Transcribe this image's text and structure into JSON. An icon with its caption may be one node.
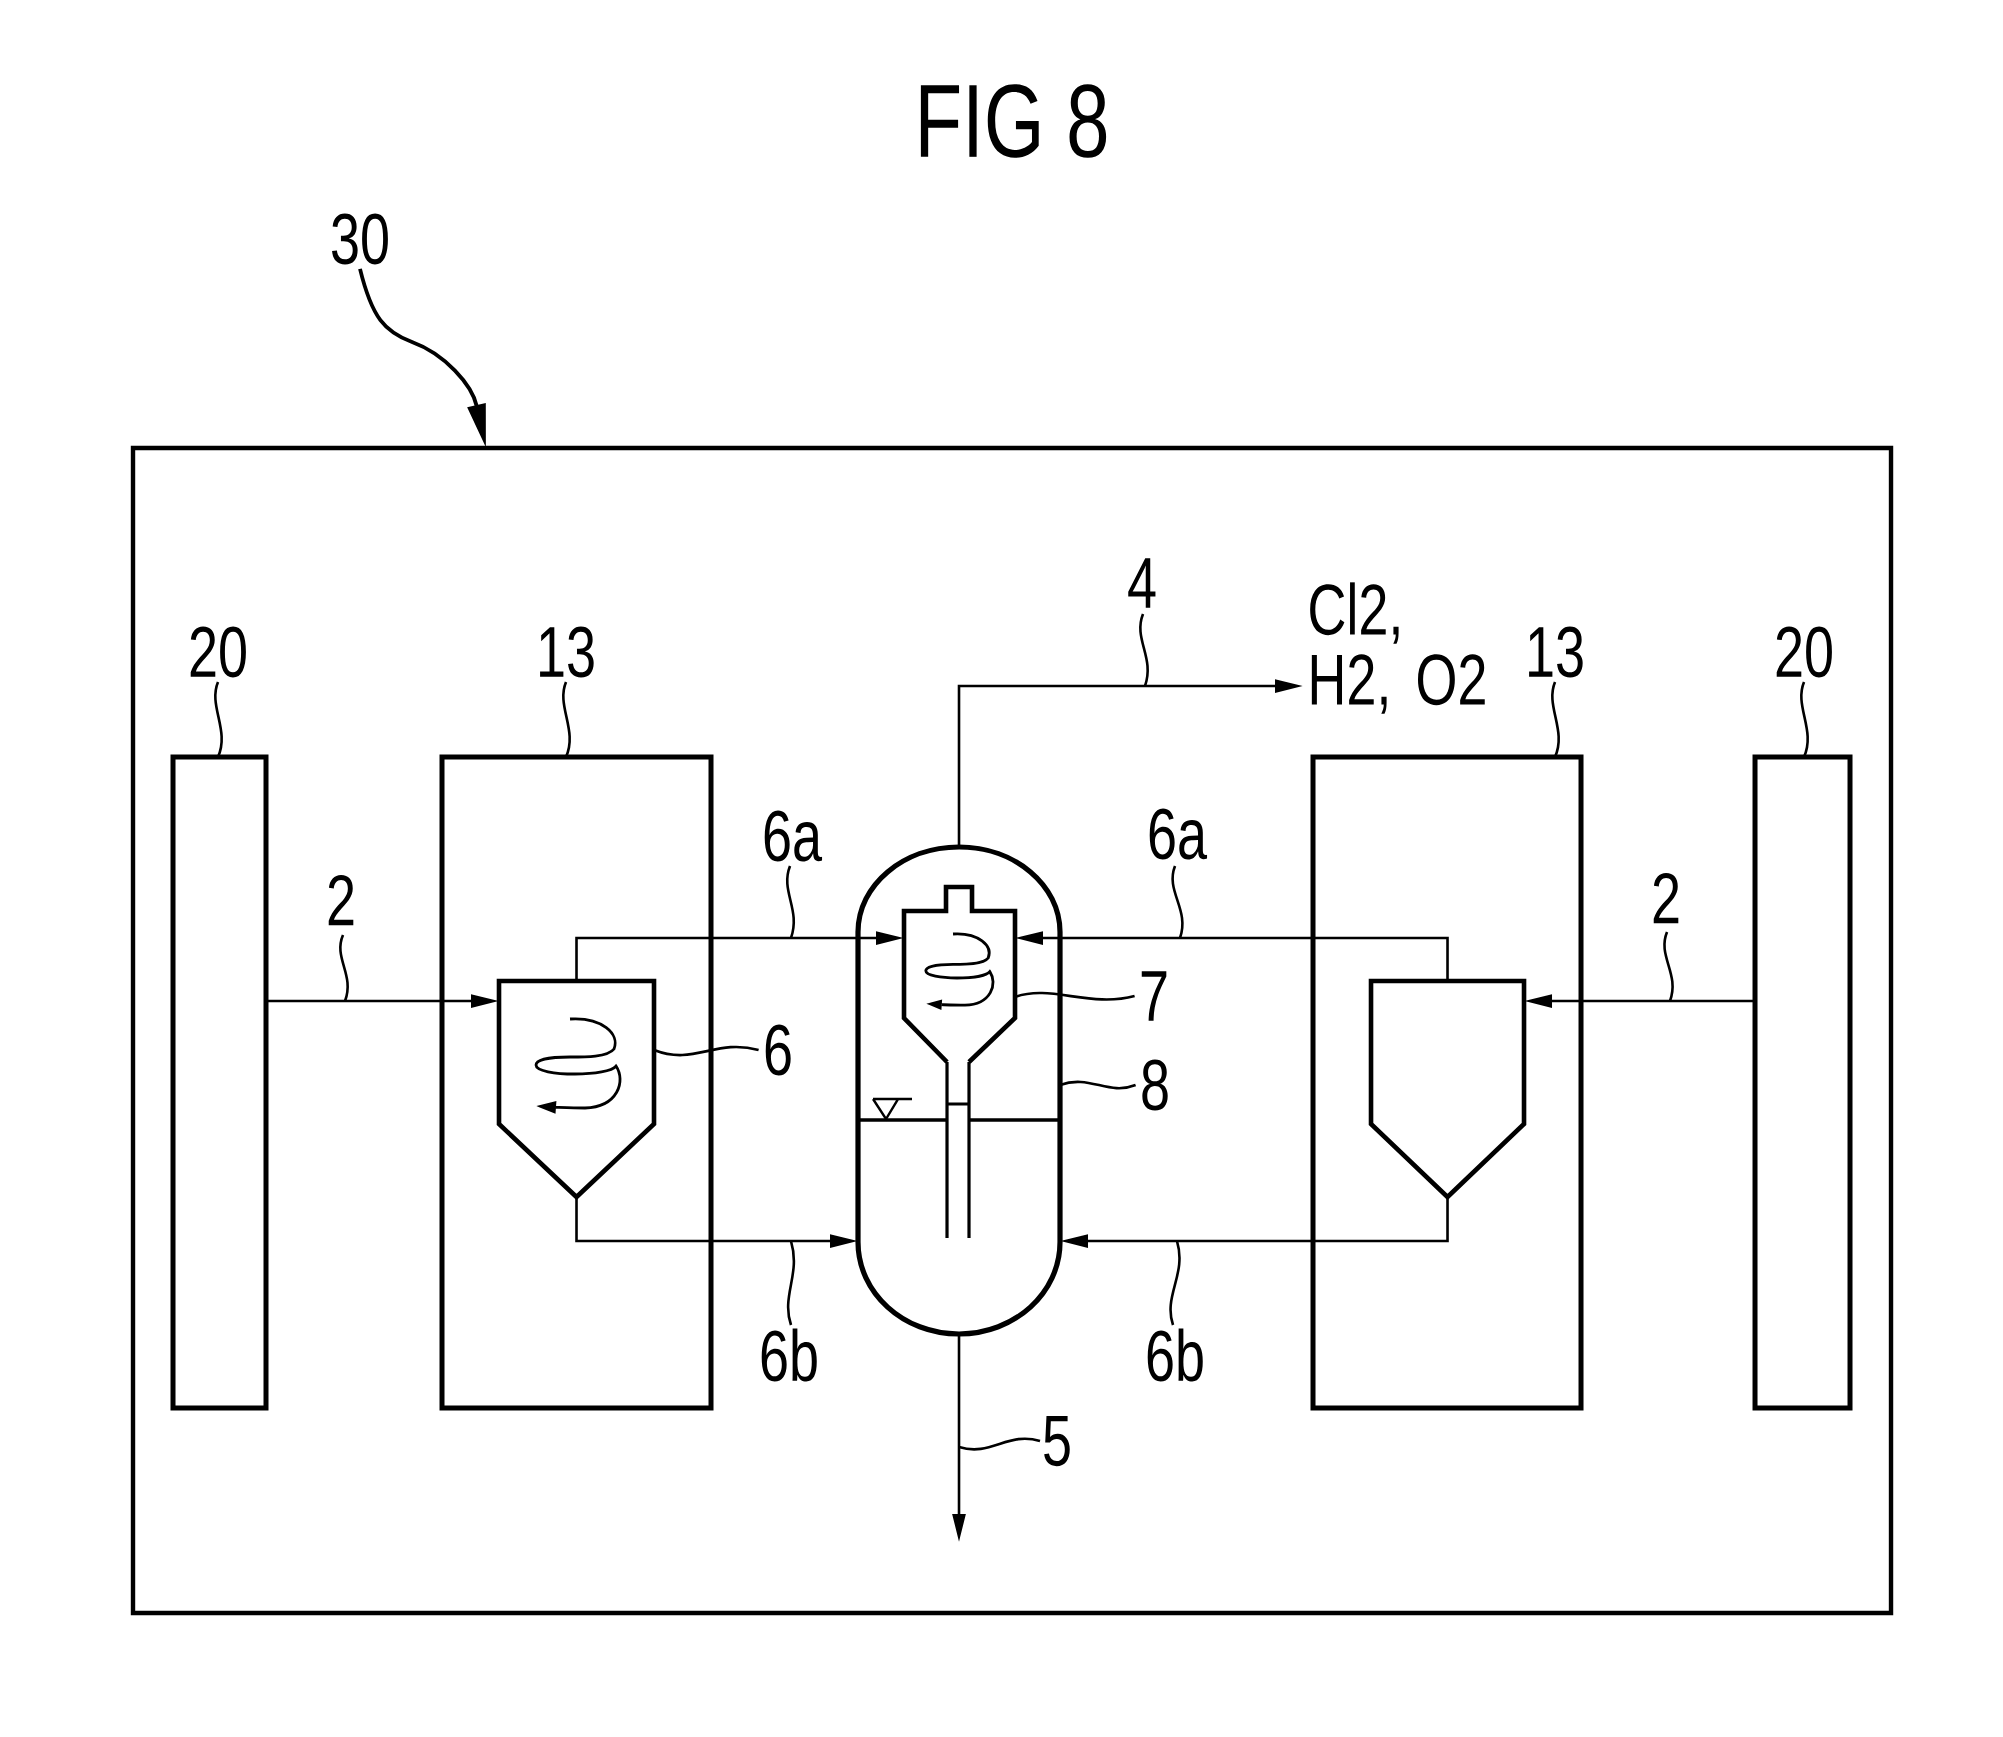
{
  "diagram": {
    "title": "FIG 8",
    "nodes": [
      {
        "text": [
          "30"
        ]
      },
      {
        "text": [],
        "shape": "box"
      },
      {
        "text": [
          "20"
        ],
        "in": 1
      },
      {
        "text": [],
        "shape": "box",
        "in": 1
      },
      {
        "text": [
          "13"
        ],
        "in": 1
      },
      {
        "text": [],
        "shape": "box",
        "in": 1
      },
      {
        "text": [],
        "shape": "pentagon",
        "in": 5
      },
      {
        "text": [
          "6"
        ],
        "in": 1
      },
      {
        "text": [],
        "shape": "capsule",
        "in": 1
      },
      {
        "text": [],
        "shape": "pentagon",
        "in": 8
      },
      {
        "text": [
          "7"
        ],
        "in": 1
      },
      {
        "text": [
          "8"
        ],
        "in": 1
      },
      {
        "text": [
          "Cl2, H2, O2"
        ],
        "in": 1
      },
      {
        "text": [
          "13"
        ],
        "in": 1
      },
      {
        "text": [],
        "shape": "box",
        "in": 1
      },
      {
        "text": [],
        "shape": "pentagon",
        "in": 14
      },
      {
        "text": [
          "20"
        ],
        "in": 1
      },
      {
        "text": [],
        "shape": "box",
        "in": 1
      }
    ],
    "edges": [
      {
        "from": 0,
        "to": 1,
        "arrow": "to"
      },
      {
        "from": 2,
        "to": 3,
        "arrow": "none"
      },
      {
        "from": 4,
        "to": 5,
        "arrow": "none"
      },
      {
        "from": 7,
        "to": 6,
        "arrow": "none"
      },
      {
        "from": 3,
        "to": 6,
        "label": "2",
        "arrow": "to"
      },
      {
        "from": 6,
        "to": 9,
        "label": "6a",
        "arrow": "to"
      },
      {
        "from": 6,
        "to": 8,
        "label": "6b",
        "arrow": "to"
      },
      {
        "from": 8,
        "to": 12,
        "label": "4",
        "arrow": "to"
      },
      {
        "from": 8,
        "to": null,
        "label": "5",
        "arrow": "to"
      },
      {
        "from": 10,
        "to": 9,
        "arrow": "none"
      },
      {
        "from": 11,
        "to": 8,
        "arrow": "none"
      },
      {
        "from": 13,
        "to": 14,
        "arrow": "none"
      },
      {
        "from": 16,
        "to": 17,
        "arrow": "none"
      },
      {
        "from": 17,
        "to": 15,
        "label": "2",
        "arrow": "to"
      },
      {
        "from": 15,
        "to": 9,
        "label": "6a",
        "arrow": "to"
      },
      {
        "from": 15,
        "to": 8,
        "label": "6b",
        "arrow": "to"
      }
    ]
  }
}
